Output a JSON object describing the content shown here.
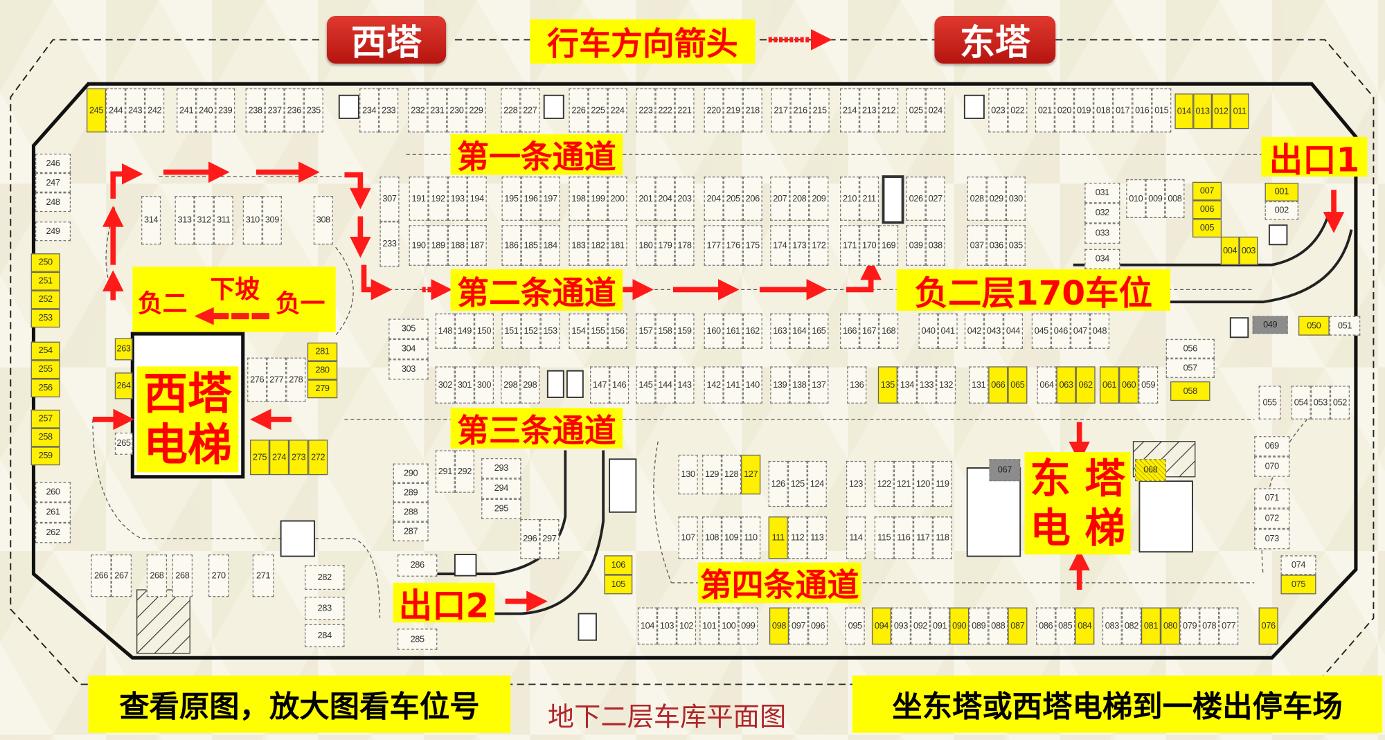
{
  "header": {
    "west_tower": "西塔",
    "legend": "行车方向箭头",
    "east_tower": "东塔"
  },
  "labels": {
    "aisle_1": "第一条通道",
    "aisle_2": "第二条通道",
    "aisle_3": "第三条通道",
    "aisle_4": "第四条通道",
    "exit_1": "出口1",
    "exit_2": "出口2",
    "target_spot": "负二层170车位",
    "ramp_b2": "负二",
    "ramp_down": "下坡",
    "ramp_b1": "负一",
    "west_elevator_line1": "西塔",
    "west_elevator_line2": "电梯",
    "east_elevator_line1": "东 塔",
    "east_elevator_line2": "电 梯"
  },
  "footer": {
    "left_note": "查看原图，放大图看车位号",
    "title": "地下二层车库平面图",
    "right_note": "坐东塔或西塔电梯到一楼出停车场"
  },
  "colors": {
    "highlight": "#ffef00",
    "arrow": "#ff1a1a",
    "label_bg": "#ffff00",
    "tower_button": "#c8201a",
    "reserved_grey": "#8c8c8c"
  },
  "highlighted_spots": [
    "245",
    "014",
    "013",
    "012",
    "011",
    "250",
    "251",
    "252",
    "253",
    "254",
    "255",
    "256",
    "257",
    "258",
    "259",
    "263",
    "264",
    "281",
    "280",
    "279",
    "275",
    "274",
    "273",
    "272",
    "007",
    "006",
    "005",
    "004",
    "003",
    "001",
    "050",
    "135",
    "066",
    "065",
    "063",
    "062",
    "061",
    "060",
    "058",
    "075",
    "127",
    "111",
    "106",
    "105",
    "098",
    "094",
    "090",
    "087",
    "084",
    "081",
    "080",
    "076"
  ],
  "grey_spots": [
    "049",
    "067"
  ],
  "hatched_spots": [
    "068"
  ],
  "spots": {
    "t1": [
      "245",
      "244",
      "243",
      "242"
    ],
    "t2": [
      "241",
      "240",
      "239"
    ],
    "t3": [
      "238",
      "237",
      "236",
      "235"
    ],
    "t4": [
      "234",
      "233"
    ],
    "t5": [
      "232",
      "231",
      "230",
      "229"
    ],
    "t6": [
      "228",
      "227"
    ],
    "t7": [
      "226",
      "225",
      "224"
    ],
    "t8": [
      "223",
      "222",
      "221"
    ],
    "t9": [
      "220",
      "219",
      "218"
    ],
    "t10": [
      "217",
      "216",
      "215"
    ],
    "t11": [
      "214",
      "213",
      "212"
    ],
    "t12": [
      "025",
      "024"
    ],
    "t13": [
      "023",
      "022"
    ],
    "t14": [
      "021",
      "020",
      "019",
      "018"
    ],
    "t15": [
      "017",
      "016",
      "015"
    ],
    "t16": [
      "014",
      "013",
      "012",
      "011"
    ],
    "l1": [
      "246",
      "247",
      "248"
    ],
    "l2": [
      "249"
    ],
    "l3": [
      "250",
      "251",
      "252",
      "253"
    ],
    "l4": [
      "254",
      "255",
      "256"
    ],
    "l5": [
      "257",
      "258",
      "259"
    ],
    "l6": [
      "260",
      "261",
      "262"
    ],
    "i1": [
      "314"
    ],
    "i2": [
      "313",
      "312",
      "311"
    ],
    "i3": [
      "310",
      "309"
    ],
    "i4": [
      "308"
    ],
    "a0": [
      "307",
      "233"
    ],
    "a1": [
      "191",
      "192",
      "193",
      "194"
    ],
    "a2": [
      "195",
      "196",
      "197"
    ],
    "a3": [
      "198",
      "199",
      "200"
    ],
    "a4": [
      "201",
      "204",
      "203"
    ],
    "a5": [
      "204",
      "205",
      "206"
    ],
    "a6": [
      "207",
      "208",
      "209"
    ],
    "a7": [
      "210",
      "211"
    ],
    "a8": [
      "026",
      "027"
    ],
    "a9": [
      "028",
      "029",
      "030"
    ],
    "b1": [
      "190",
      "189",
      "188",
      "187"
    ],
    "b2": [
      "186",
      "185",
      "184"
    ],
    "b3": [
      "183",
      "182",
      "181"
    ],
    "b4": [
      "180",
      "179",
      "178"
    ],
    "b5": [
      "177",
      "176",
      "175"
    ],
    "b6": [
      "174",
      "173",
      "172"
    ],
    "b7": [
      "171",
      "170",
      "169"
    ],
    "b8": [
      "039",
      "038"
    ],
    "b9": [
      "037",
      "036",
      "035"
    ],
    "c1": [
      "031",
      "032",
      "033"
    ],
    "c2": [
      "034"
    ],
    "c3": [
      "010",
      "009",
      "008"
    ],
    "c4": [
      "007",
      "006",
      "005"
    ],
    "c5": [
      "004",
      "003"
    ],
    "c6": [
      "001",
      "002"
    ],
    "m0": [
      "305",
      "304",
      "303"
    ],
    "m1": [
      "148",
      "149",
      "150"
    ],
    "m2": [
      "151",
      "152",
      "153"
    ],
    "m3": [
      "154",
      "155",
      "156"
    ],
    "m4": [
      "157",
      "158",
      "159"
    ],
    "m5": [
      "160",
      "161",
      "162"
    ],
    "m6": [
      "163",
      "164",
      "165"
    ],
    "m7": [
      "166",
      "167",
      "168"
    ],
    "m8": [
      "040",
      "041"
    ],
    "m9": [
      "042",
      "043",
      "044"
    ],
    "m10": [
      "045",
      "046",
      "047",
      "048"
    ],
    "n1": [
      "302",
      "301",
      "300"
    ],
    "n2": [
      "298",
      "298"
    ],
    "n3": [
      "147",
      "146"
    ],
    "n4": [
      "145",
      "144",
      "143"
    ],
    "n5": [
      "142",
      "141",
      "140"
    ],
    "n6": [
      "139",
      "138",
      "137"
    ],
    "n7": [
      "136"
    ],
    "n8": [
      "135",
      "134",
      "133",
      "132"
    ],
    "n9": [
      "131"
    ],
    "n10": [
      "066",
      "065"
    ],
    "n11": [
      "064",
      "063",
      "062"
    ],
    "n12": [
      "061",
      "060",
      "059"
    ],
    "n13": [
      "058"
    ],
    "e1": [
      "056",
      "057"
    ],
    "e2": [
      "049"
    ],
    "e3": [
      "050",
      "051"
    ],
    "e4": [
      "055"
    ],
    "e5": [
      "054",
      "053",
      "052"
    ],
    "e6": [
      "069",
      "070"
    ],
    "e7": [
      "071",
      "072",
      "073"
    ],
    "e8": [
      "074",
      "075"
    ],
    "w1": [
      "263"
    ],
    "w2": [
      "264"
    ],
    "w3": [
      "265"
    ],
    "w4": [
      "281",
      "280",
      "279"
    ],
    "w5": [
      "276",
      "277",
      "278"
    ],
    "w6": [
      "275",
      "274",
      "273",
      "272"
    ],
    "s1": [
      "266",
      "267"
    ],
    "s2": [
      "268"
    ],
    "s3": [
      "268"
    ],
    "s4": [
      "270"
    ],
    "s5": [
      "271"
    ],
    "s6": [
      "282"
    ],
    "s7": [
      "283"
    ],
    "s8": [
      "284"
    ],
    "p1": [
      "290",
      "289",
      "288",
      "287"
    ],
    "p2": [
      "291",
      "292"
    ],
    "p3": [
      "293",
      "294",
      "295"
    ],
    "p4": [
      "296",
      "297"
    ],
    "p5": [
      "286"
    ],
    "p6": [
      "285"
    ],
    "p7": [
      "106",
      "105"
    ],
    "q1": [
      "130"
    ],
    "q2": [
      "129",
      "128",
      "127"
    ],
    "q3": [
      "126",
      "125",
      "124"
    ],
    "q4": [
      "123"
    ],
    "q5": [
      "122",
      "121",
      "120",
      "119"
    ],
    "r1": [
      "107"
    ],
    "r2": [
      "108",
      "109",
      "110"
    ],
    "r3": [
      "111",
      "112",
      "113"
    ],
    "r4": [
      "114"
    ],
    "r5": [
      "115",
      "116",
      "117",
      "118"
    ],
    "u1": [
      "104",
      "103",
      "102"
    ],
    "u2": [
      "101",
      "100",
      "099"
    ],
    "u3": [
      "098",
      "097",
      "096"
    ],
    "u4": [
      "095"
    ],
    "u5": [
      "094",
      "093",
      "092",
      "091",
      "090",
      "089",
      "088",
      "087"
    ],
    "u6": [
      "086",
      "085",
      "084"
    ],
    "u7": [
      "083",
      "082",
      "081",
      "080",
      "079",
      "078",
      "077"
    ],
    "u8": [
      "076"
    ],
    "x1": [
      "067"
    ],
    "x2": [
      "068"
    ]
  }
}
